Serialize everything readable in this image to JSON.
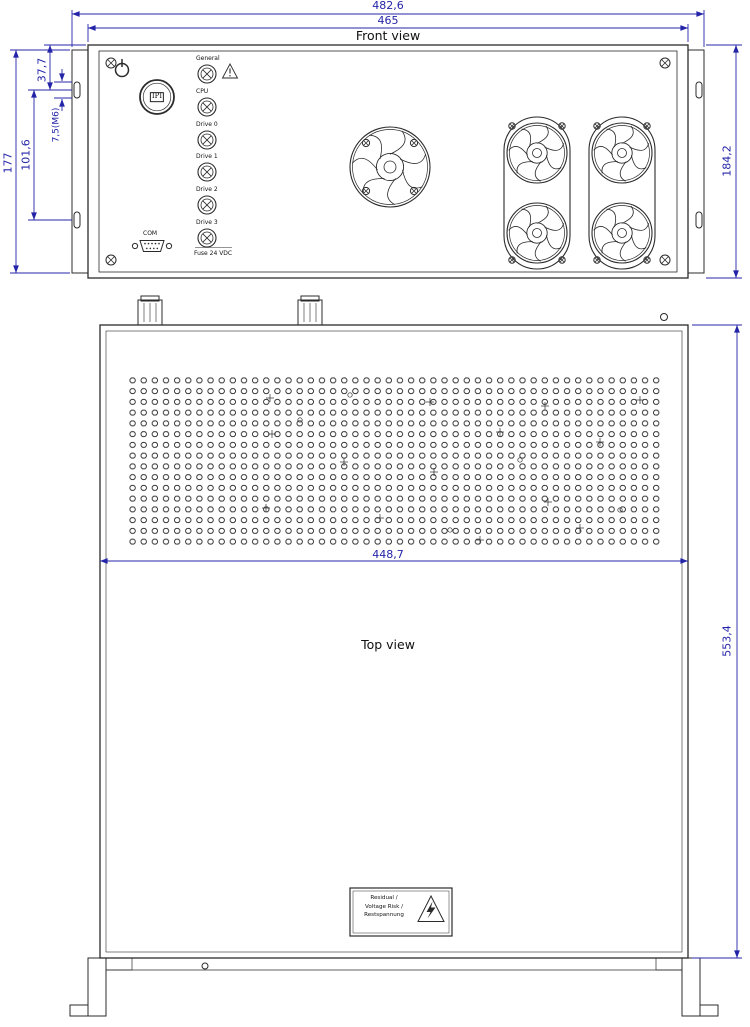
{
  "front_view": {
    "title": "Front view",
    "logo_text": "IPI",
    "com_label": "COM",
    "led_labels": [
      "General",
      "CPU",
      "Drive 0",
      "Drive 1",
      "Drive 2",
      "Drive 3"
    ],
    "fuse_label": "Fuse 24 VDC",
    "dims": {
      "overall_width": "482,6",
      "panel_width": "465",
      "overall_height": "184,2",
      "mounting_height": "177",
      "slot_pitch": "101,6",
      "slot_offset_top": "37,7",
      "slot_size": "7,5(M6)"
    }
  },
  "top_view": {
    "title": "Top view",
    "dims": {
      "vent_width": "448,7",
      "depth": "553,4"
    },
    "warning_label_lines": [
      "Residual /",
      "Voltage Risk /",
      "Restspannung"
    ]
  },
  "icons": {
    "power_button": "standby-power-symbol",
    "general_warning": "warning-triangle",
    "voltage_warning": "lightning-in-triangle"
  },
  "colors": {
    "dimension_blue": "#2424a8",
    "line_black": "#2b2b2b",
    "background": "#ffffff"
  }
}
